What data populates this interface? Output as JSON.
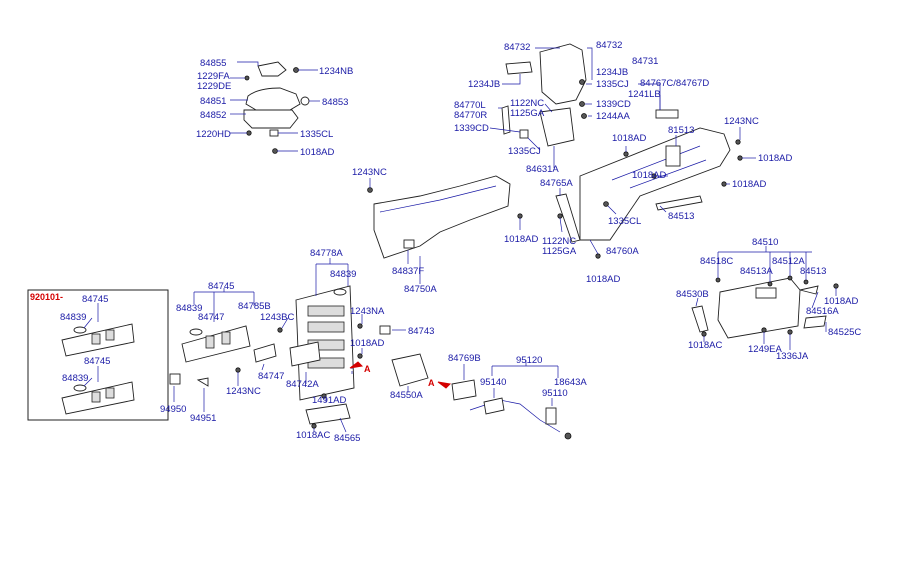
{
  "labels": {
    "l84855": "84855",
    "l1229FA": "1229FA",
    "l1229DE": "1229DE",
    "l1234NB": "1234NB",
    "l84851": "84851",
    "l84853": "84853",
    "l84852": "84852",
    "l1220HD": "1220HD",
    "l1335CL_a": "1335CL",
    "l1018AD_a": "1018AD",
    "l84732_a": "84732",
    "l84732_b": "84732",
    "l84731": "84731",
    "l1234JB_a": "1234JB",
    "l1234JB_b": "1234JB",
    "l1335CJ_a": "1335CJ",
    "l84767C": "84767C/84767D",
    "l84770L": "84770L",
    "l84770R": "84770R",
    "l1122NC_a": "1122NC",
    "l1125GA_a": "1125GA",
    "l1339CD_a": "1339CD",
    "l1339CD_b": "1339CD",
    "l1244AA": "1244AA",
    "l1241LB": "1241LB",
    "l1335CJ_b": "1335CJ",
    "l84631A": "84631A",
    "l1018AD_b": "1018AD",
    "l81513": "81513",
    "l1243NC_a": "1243NC",
    "l1018AD_c": "1018AD",
    "l1018AD_d": "1018AD",
    "l1018AD_e": "1018AD",
    "l1243NC_b": "1243NC",
    "l84765A": "84765A",
    "l84513_a": "84513",
    "l1335CL_b": "1335CL",
    "l1018AD_f": "1018AD",
    "l1122NC_b": "1122NC",
    "l1125GA_b": "1125GA",
    "l84760A": "84760A",
    "l1018AD_g": "1018AD",
    "l84837F": "84837F",
    "l84750A": "84750A",
    "l84778A": "84778A",
    "l84839_a": "84839",
    "l84510": "84510",
    "l84518C": "84518C",
    "l84513A": "84513A",
    "l84512A": "84512A",
    "l84513_b": "84513",
    "l92010": "920101-",
    "l84745_a": "84745",
    "l84839_b": "84839",
    "l84745_b": "84745",
    "l84839_c": "84839",
    "l84745_c": "84745",
    "l84839_d": "84839",
    "l84747_a": "84747",
    "l84785B": "84785B",
    "l1243BC": "1243BC",
    "l1243NA": "1243NA",
    "l84743": "84743",
    "l1018AD_h": "1018AD",
    "l84747_b": "84747",
    "l84742A": "84742A",
    "l1243NC_c": "1243NC",
    "l94950": "94950",
    "l94951": "94951",
    "l1491AD": "1491AD",
    "l1018AC_a": "1018AC",
    "l84565": "84565",
    "lA_a": "A",
    "l84550A": "84550A",
    "l84769B": "84769B",
    "l95120": "95120",
    "lA_b": "A",
    "l95140": "95140",
    "l18643A": "18643A",
    "l95110": "95110",
    "l84530B": "84530B",
    "l1018AD_i": "1018AD",
    "l84516A": "84516A",
    "l1018AC_b": "1018AC",
    "l1249EA": "1249EA",
    "l84525C": "84525C",
    "l1336JA": "1336JA"
  },
  "colors": {
    "label_text": "#1a1aa6",
    "reference_marker": "#d40000",
    "line_art": "#222222",
    "background": "#ffffff"
  }
}
